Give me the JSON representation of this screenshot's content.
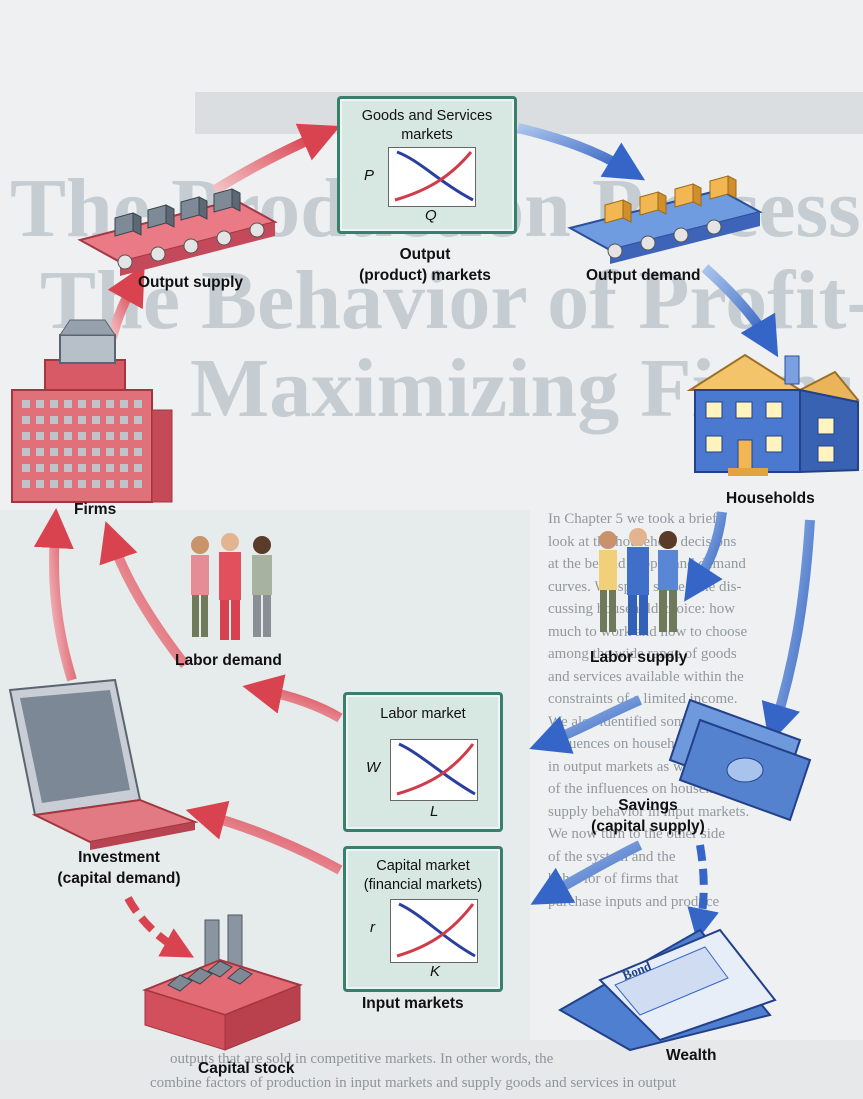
{
  "labels": {
    "goods_market_title_1": "Goods and Services",
    "goods_market_title_2": "markets",
    "goods_y": "P",
    "goods_x": "Q",
    "output_markets_1": "Output",
    "output_markets_2": "(product) markets",
    "output_supply": "Output supply",
    "output_demand": "Output demand",
    "households": "Households",
    "firms": "Firms",
    "labor_demand": "Labor demand",
    "labor_supply": "Labor supply",
    "labor_market_title": "Labor market",
    "labor_y": "W",
    "labor_x": "L",
    "capital_market_title_1": "Capital market",
    "capital_market_title_2": "(financial markets)",
    "capital_y": "r",
    "capital_x": "K",
    "input_markets": "Input markets",
    "savings_1": "Savings",
    "savings_2": "(capital supply)",
    "investment_1": "Investment",
    "investment_2": "(capital demand)",
    "capital_stock": "Capital stock",
    "wealth": "Wealth",
    "bond": "Bond"
  },
  "background_text": {
    "title_1": "The Production Process:",
    "title_2": "The Behavior of Profit-",
    "title_3": "Maximizing Firms",
    "body_lines": [
      "In Chapter 5 we took a brief",
      "look at the household decisions",
      "at the behind supply and demand",
      "curves. We spent some time dis-",
      "cussing household choice: how",
      "much to work and how to choose",
      "among the wide range of goods",
      "and services available within the",
      "constraints of a limited income.",
      "We also identified some of the",
      "influences on household demand",
      "in output markets as well as some",
      "of the influences on household",
      "supply behavior in input markets.",
      "We now turn to the other side",
      "of the system and the",
      "behavior of firms that",
      "purchase inputs and produce",
      "outputs that are sold in competitive markets. In other words, the",
      "combine factors of production in input markets and supply goods and services in output"
    ]
  },
  "colors": {
    "red_flow": "#d9505a",
    "blue_flow": "#3f6fc8",
    "market_box": "#d7e7e2",
    "market_border": "#3a7f6e"
  }
}
